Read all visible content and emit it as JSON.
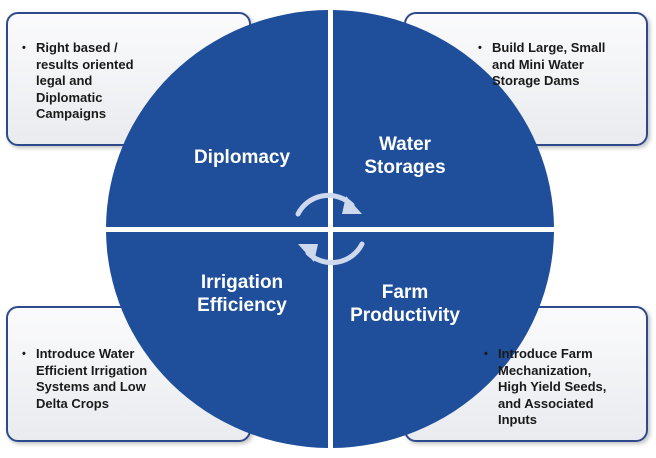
{
  "colors": {
    "quadrant_fill": "#1f4e9b",
    "box_border": "#2f4a8a",
    "box_fill_top": "#fbfbfc",
    "box_fill_bottom": "#e9ebef",
    "cycle_arrows": "#cfd9ee"
  },
  "quadrants": {
    "diplomacy": "Diplomacy",
    "water_storages": "Water\nStorages",
    "irrigation_efficiency": "Irrigation\nEfficiency",
    "farm_productivity": "Farm\nProductivity"
  },
  "boxes": {
    "top_left": "Right based /\nresults oriented\nlegal and\nDiplomatic\nCampaigns",
    "top_right": "Build Large, Small\nand Mini Water\nStorage Dams",
    "bottom_left": "Introduce Water\nEfficient Irrigation\nSystems and Low\nDelta Crops",
    "bottom_right": "Introduce Farm\nMechanization,\nHigh Yield Seeds,\nand Associated\nInputs"
  },
  "bullet_symbol": "•",
  "center_icon": "cycle-arrows-icon"
}
